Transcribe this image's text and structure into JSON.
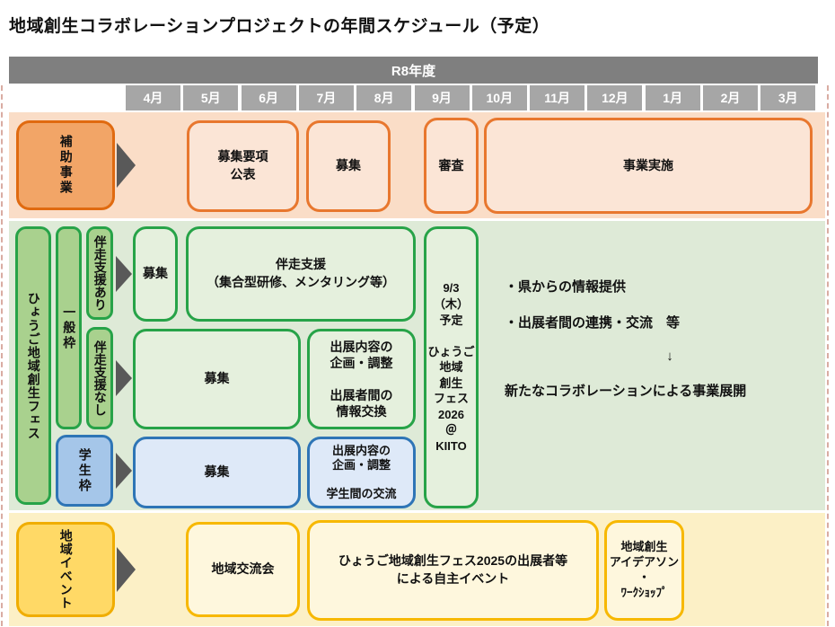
{
  "title": "地域創生コラボレーションプロジェクトの年間スケジュール（予定）",
  "header": {
    "fiscal_year": "R8年度",
    "months": [
      "4月",
      "5月",
      "6月",
      "7月",
      "8月",
      "9月",
      "10月",
      "11月",
      "12月",
      "1月",
      "2月",
      "3月"
    ]
  },
  "colors": {
    "header_bar": "#7F7F7F",
    "month_cell": "#A6A6A6",
    "orange_band": "#FADDC7",
    "orange_border": "#E8772E",
    "orange_label_fill": "#F2A567",
    "green_band": "#DEEAD7",
    "green_border": "#27A348",
    "green_label_fill": "#A9D18E",
    "blue_border": "#2E75B6",
    "blue_label_fill": "#A5C6E9",
    "yellow_band": "#FCF0C6",
    "yellow_border": "#F7B800",
    "yellow_label_fill": "#FFD966",
    "arrow": "#595959"
  },
  "rows": {
    "subsidy": {
      "label": "補助事業",
      "boxes": {
        "guideline": "募集要項\n公表",
        "recruit": "募集",
        "screening": "審査",
        "implementation": "事業実施"
      }
    },
    "fes": {
      "label": "ひょうご地域創生フェス",
      "general_label": "一般枠",
      "with_support_label": "伴走支援あり",
      "without_support_label": "伴走支援なし",
      "student_label": "学生枠",
      "with_support": {
        "recruit": "募集",
        "support": "伴走支援\n（集合型研修、メンタリング等）"
      },
      "without_support": {
        "recruit": "募集",
        "planning": "出展内容の\n企画・調整\n\n出展者間の\n情報交換"
      },
      "student": {
        "recruit": "募集",
        "planning": "出展内容の\n企画・調整\n\n学生間の交流"
      },
      "september_event": "9/3\n（木）\n予定\n\nひょうご\n地域\n創生\nフェス\n2026\n＠\nKIITO",
      "notes": [
        "・県からの情報提供",
        "・出展者間の連携・交流　等",
        "↓",
        "新たなコラボレーションによる事業展開"
      ]
    },
    "local_event": {
      "label": "地域イベント",
      "boxes": {
        "exchange": "地域交流会",
        "self_event": "ひょうご地域創生フェス2025の出展者等\nによる自主イベント",
        "ideathon": "地域創生\nアイデアソン\n・\nﾜｰｸｼｮｯﾌﾟ"
      }
    }
  }
}
